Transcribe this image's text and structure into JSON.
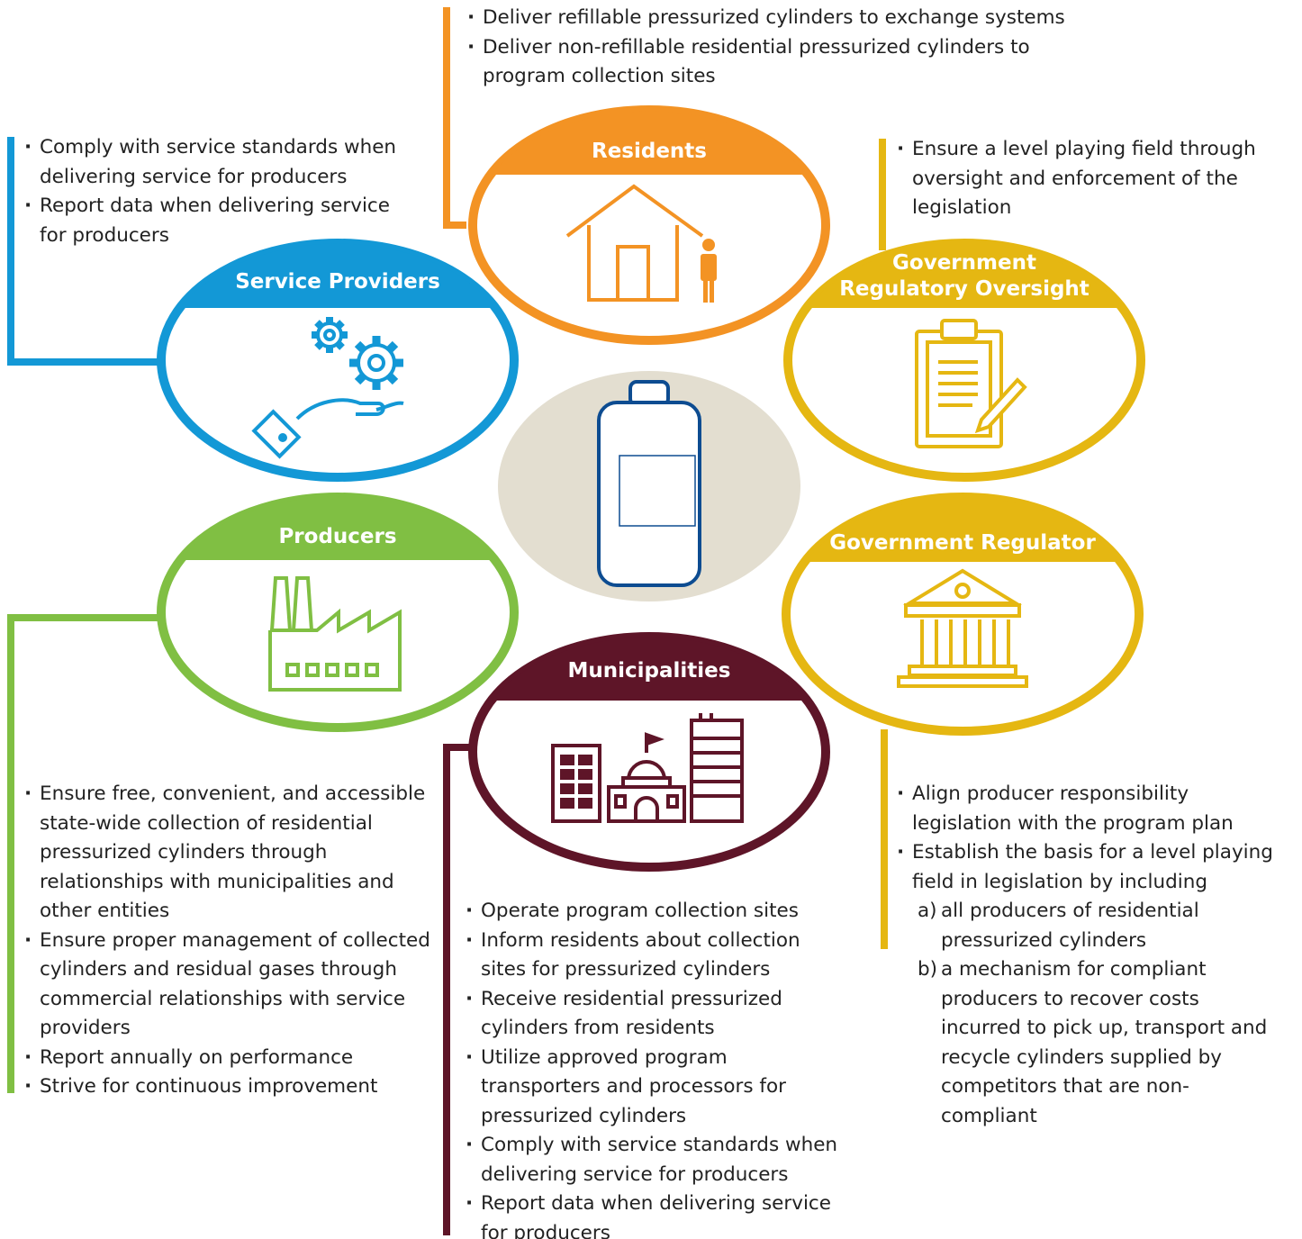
{
  "colors": {
    "residents": "#F39324",
    "service_providers": "#1398D6",
    "government": "#E5B712",
    "producers": "#80BF43",
    "municipalities": "#5E1528",
    "center": "#E3DED0",
    "bottle": "#0D4C91"
  },
  "stakeholders": {
    "residents": {
      "title": "Residents",
      "icon": "house-person-icon",
      "bullets": [
        "Deliver refillable pressurized cylinders to exchange systems",
        "Deliver non-refillable residential pressurized cylinders to program collection sites"
      ]
    },
    "service_providers": {
      "title": "Service Providers",
      "icon": "hand-gears-icon",
      "bullets": [
        "Comply with service standards when delivering service for producers",
        "Report data when delivering service for producers"
      ]
    },
    "government_oversight": {
      "title_line1": "Government",
      "title_line2": "Regulatory Oversight",
      "icon": "clipboard-pencil-icon",
      "bullets": [
        "Ensure a level playing field through oversight and enforcement of the legislation"
      ]
    },
    "producers": {
      "title": "Producers",
      "icon": "factory-icon",
      "bullets": [
        "Ensure free, convenient, and accessible state-wide collection of residential pressurized cylinders through relationships with municipalities and other entities",
        "Ensure proper management of collected cylinders and residual gases through commercial relationships with service providers",
        "Report annually on performance",
        "Strive for continuous improvement"
      ]
    },
    "government_regulator": {
      "title": "Government Regulator",
      "icon": "courthouse-icon",
      "bullets": [
        "Align producer responsibility legislation with the program plan",
        "Establish the basis for a level playing field in legislation by including"
      ],
      "sub_items": [
        {
          "marker": "a)",
          "text": "all producers of residential pressurized cylinders"
        },
        {
          "marker": "b)",
          "text": "a mechanism for compliant producers to recover costs incurred to pick up, transport and recycle cylinders supplied by competitors that are non-compliant"
        }
      ]
    },
    "municipalities": {
      "title": "Municipalities",
      "icon": "city-buildings-icon",
      "bullets": [
        "Operate program collection sites",
        "Inform residents about collection sites for pressurized cylinders",
        "Receive residential pressurized cylinders from residents",
        "Utilize approved program transporters and processors for pressurized cylinders",
        "Comply with service standards when delivering service for producers",
        "Report data when delivering service for producers"
      ]
    }
  },
  "center": {
    "icon": "cylinder-bottle-icon"
  }
}
